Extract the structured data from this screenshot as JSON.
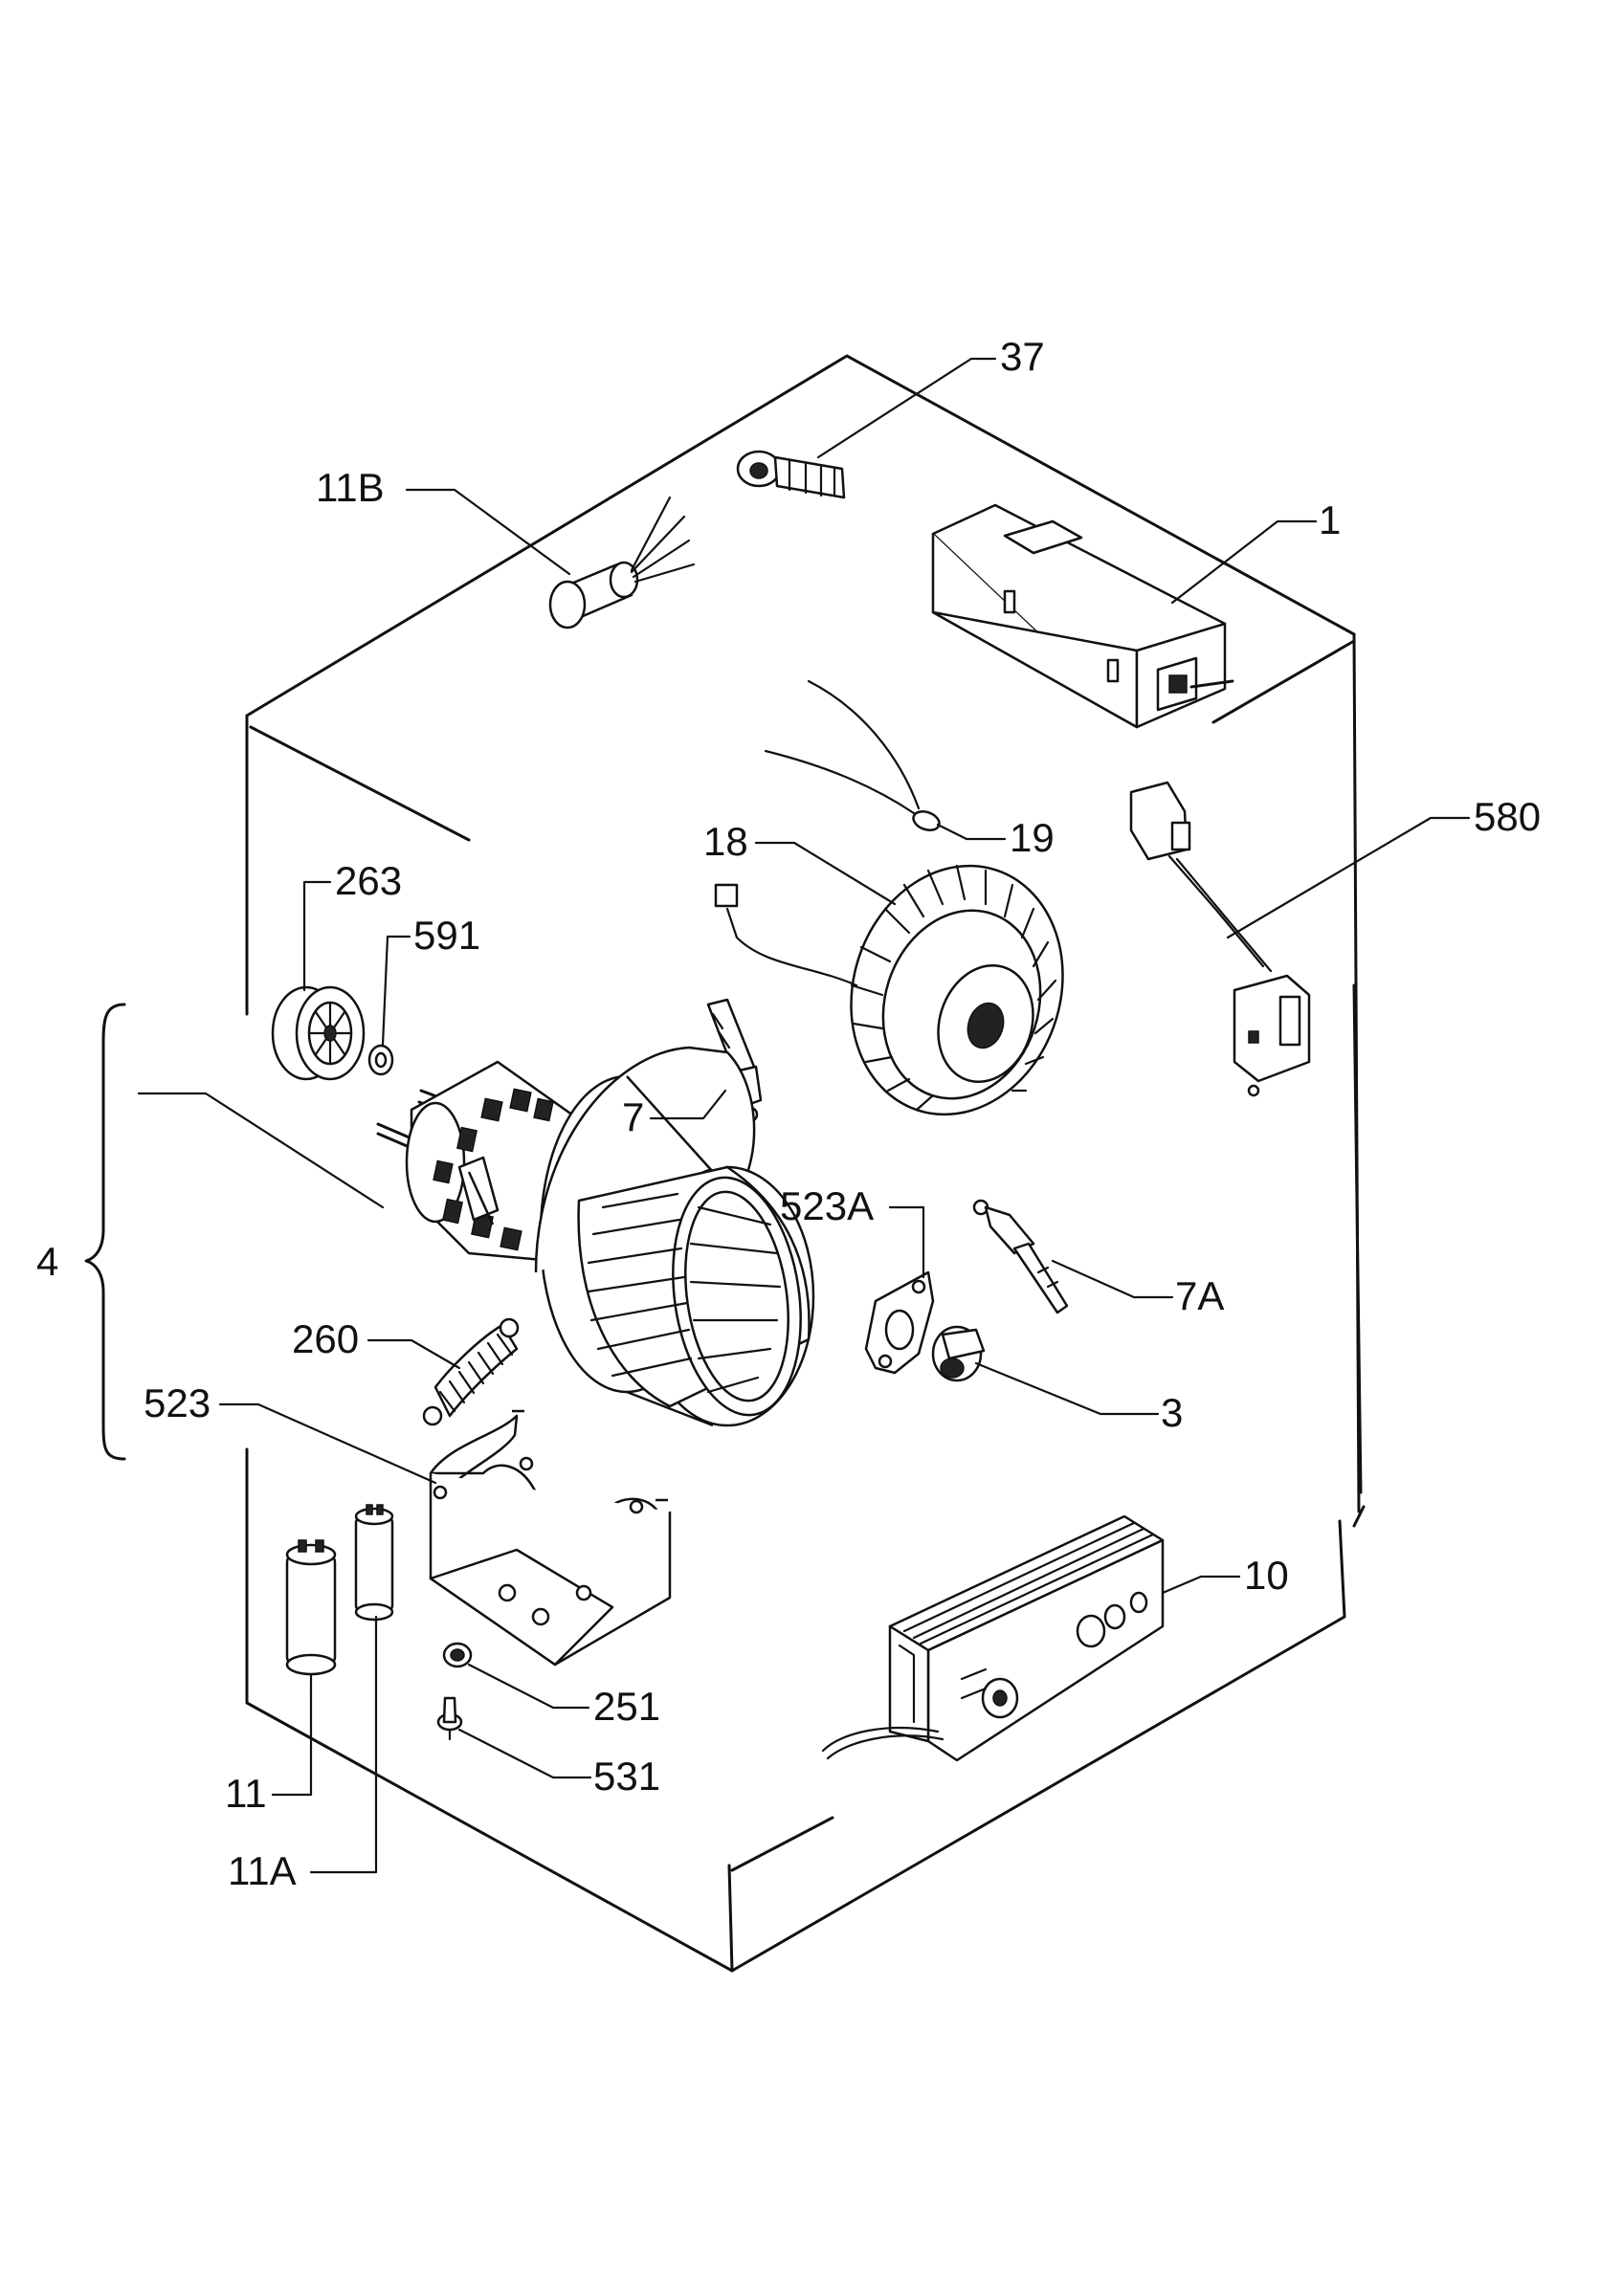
{
  "callouts": {
    "c37": "37",
    "c11b": "11B",
    "c1": "1",
    "c19": "19",
    "c580": "580",
    "c18": "18",
    "c263": "263",
    "c591": "591",
    "c7": "7",
    "c4": "4",
    "c523a": "523A",
    "c7a": "7A",
    "c260": "260",
    "c3": "3",
    "c523": "523",
    "c10": "10",
    "c251": "251",
    "c531": "531",
    "c11": "11",
    "c11a": "11A"
  },
  "colors": {
    "ink": "#111111",
    "paper": "#ffffff"
  }
}
